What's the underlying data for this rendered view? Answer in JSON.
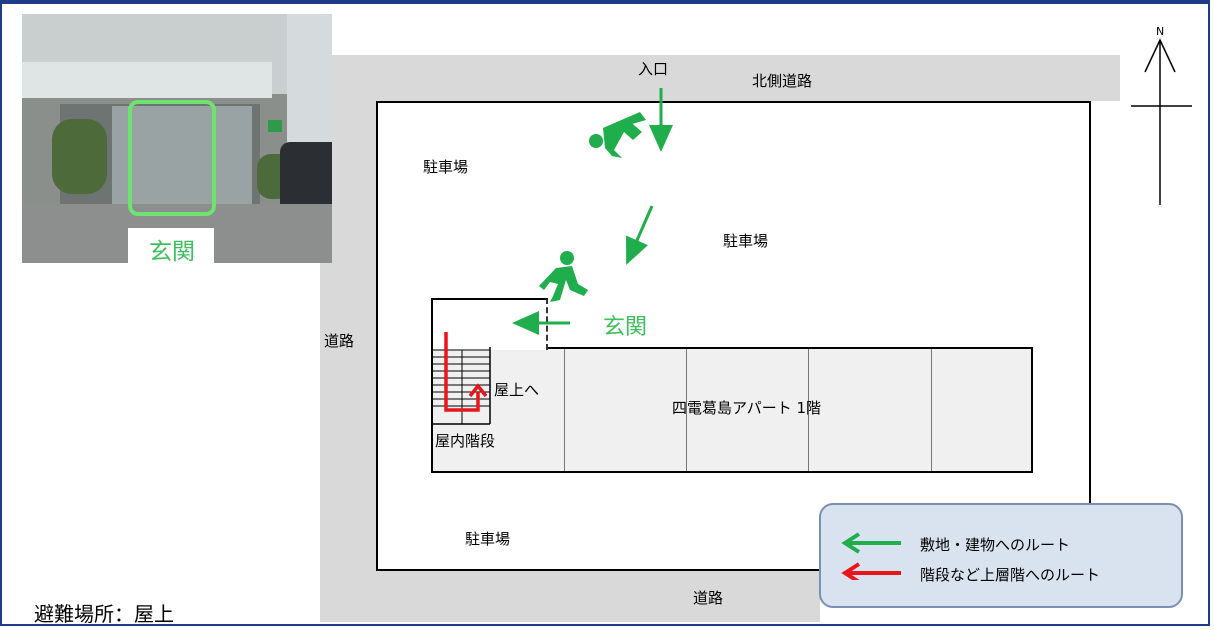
{
  "map": {
    "entrance_label": "入口",
    "north_road": "北側道路",
    "road_west": "道路",
    "road_south": "道路",
    "parking_1": "駐車場",
    "parking_2": "駐車場",
    "parking_3": "駐車場",
    "building_name": "四電葛島アパート 1階",
    "roof_label": "屋上へ",
    "stairs_label": "屋内階段",
    "genkan_label": "玄関",
    "compass_label": "N"
  },
  "photo": {
    "caption": "玄関"
  },
  "legend": {
    "items": [
      {
        "label": "敷地・建物へのルート",
        "color": "#1fae4b"
      },
      {
        "label": "階段など上層階へのルート",
        "color": "#e8151b"
      }
    ]
  },
  "footer": {
    "shelter": "避難場所：屋上"
  },
  "colors": {
    "route_green": "#1fae4b",
    "route_red": "#e8151b",
    "border": "#1f3c88"
  }
}
